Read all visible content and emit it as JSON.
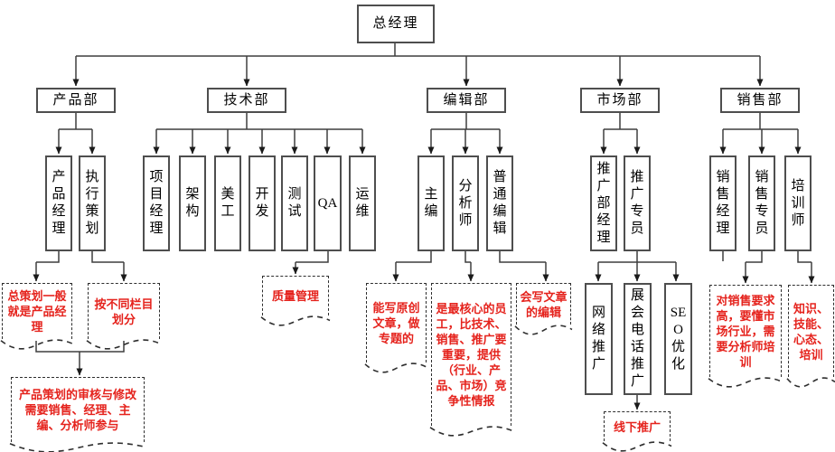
{
  "palette": {
    "line": "#3f3f3f",
    "box_border": "#4e4e4e",
    "text": "#000000",
    "note_text": "#e5231d",
    "note_border": "#2e2e2e",
    "background": "#ffffff"
  },
  "org": {
    "root": "总经理",
    "departments": [
      "产品部",
      "技术部",
      "编辑部",
      "市场部",
      "销售部"
    ],
    "product_roles": [
      "产品经理",
      "执行策划"
    ],
    "tech_roles": [
      "项目经理",
      "架构",
      "美工",
      "开发",
      "测试",
      "QA",
      "运维"
    ],
    "editorial_roles": [
      "主编",
      "分析师",
      "普通编辑"
    ],
    "market_roles": [
      "推广部经理",
      "推广专员"
    ],
    "promotion_channels": [
      "网络推广",
      "展会电话推广",
      "SEO优化"
    ],
    "sales_roles": [
      "销售经理",
      "销售专员",
      "培训师"
    ]
  },
  "annotations": {
    "chief_planner_note": "总策划一般就是产品经理",
    "column_split_note": "按不同栏目划分",
    "review_note": "产品策划的审核与修改需要销售、经理、主编、分析师参与",
    "qa_note": "质量管理",
    "chief_editor_note": "能写原创文章，做专题的",
    "analyst_note": "是最核心的员工，比技术、销售、推广要重要，提供（行业、产品、市场）竞争性情报",
    "editor_note": "会写文章的编辑",
    "offline_note": "线下推广",
    "sales_note": "对销售要求高，要懂市场行业，需要分析师培训",
    "trainer_note": "知识、技能、心态、培训"
  }
}
